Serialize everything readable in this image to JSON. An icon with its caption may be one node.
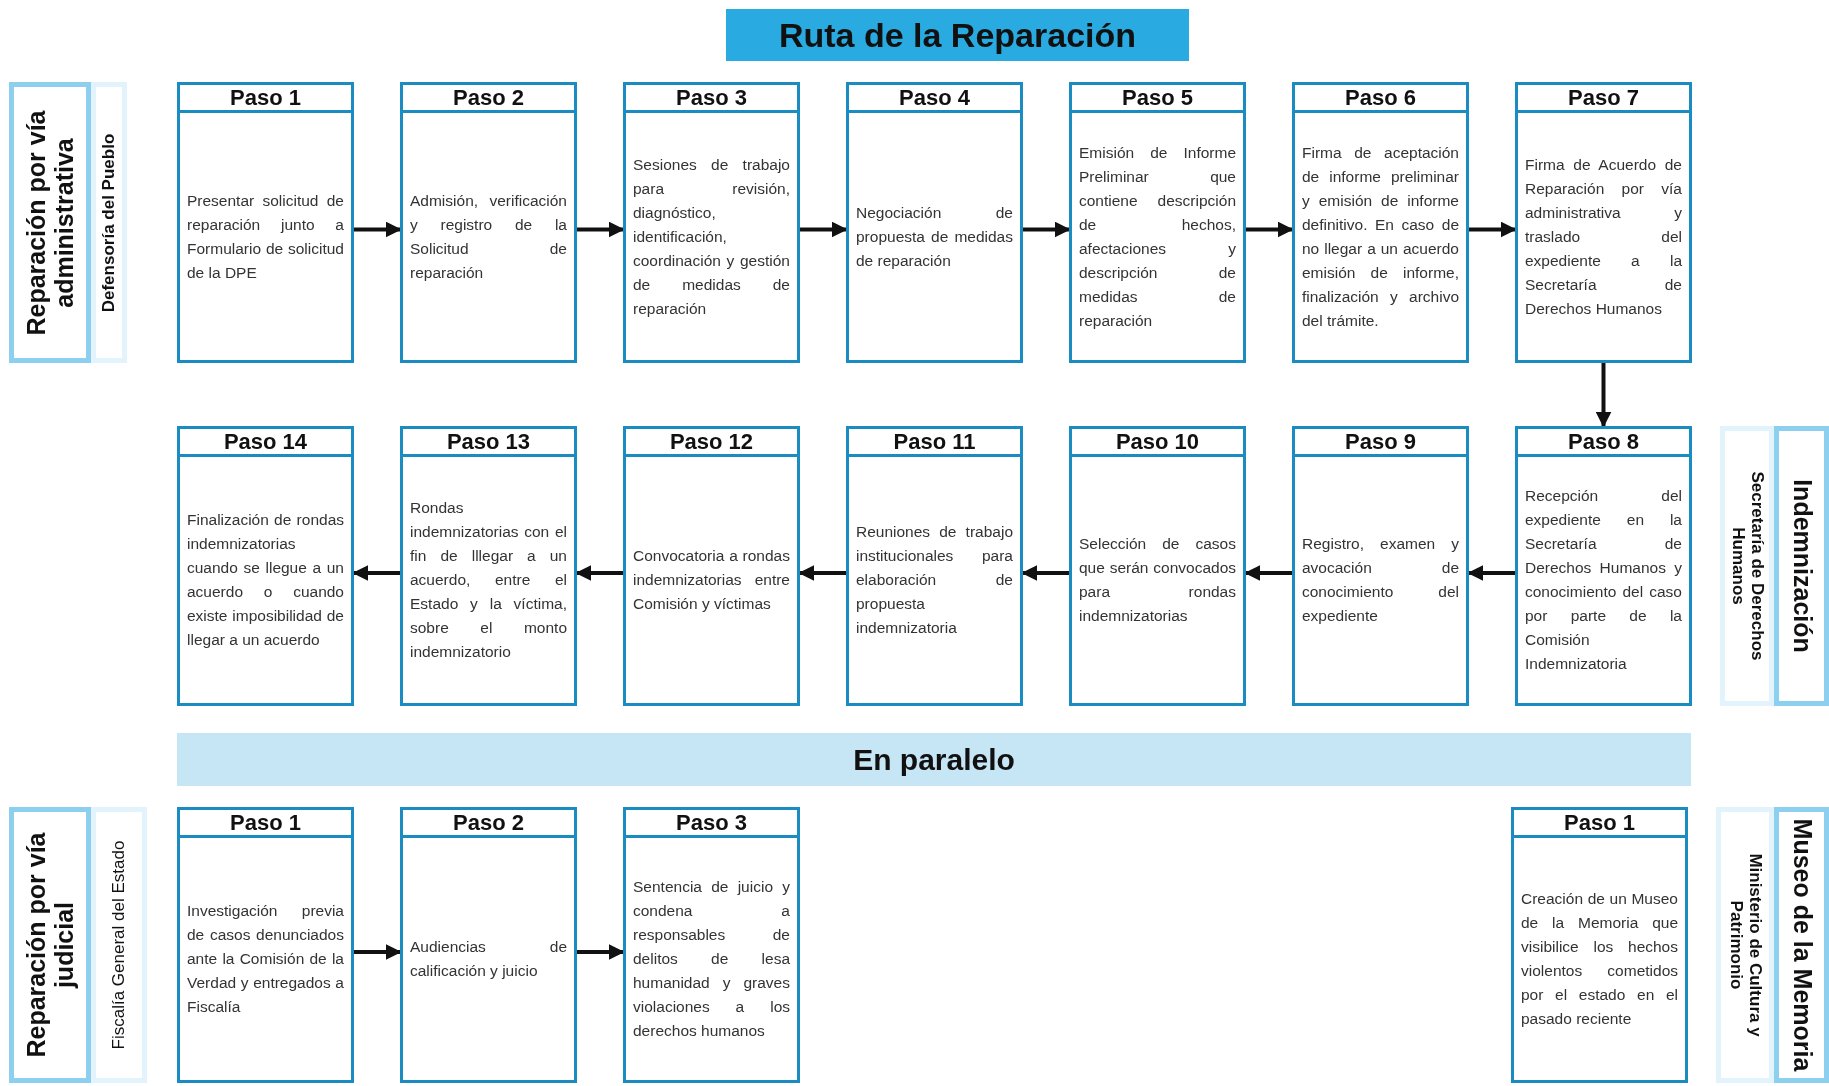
{
  "diagram": {
    "title": "Ruta de la Reparación",
    "nodes": [
      {
        "text": [
          "Reparación por vía administrativa",
          "Defensoría del Pueblo"
        ]
      },
      {
        "text": [
          "Paso 1",
          "Presentar solicitud de reparación junto a Formulario de solicitud de la DPE"
        ]
      },
      {
        "text": [
          "Paso 2",
          "Admisión, verificación y registro de la Solicitud de reparación"
        ]
      },
      {
        "text": [
          "Paso 3",
          "Sesiones de trabajo para revisión, diagnóstico, identificación, coordinación y gestión de medidas de reparación"
        ]
      },
      {
        "text": [
          "Paso 4",
          "Negociación de propuesta de medidas de reparación"
        ]
      },
      {
        "text": [
          "Paso 5",
          "Emisión de Informe Preliminar que contiene descripción de hechos, afectaciones y descripción de medidas de reparación"
        ]
      },
      {
        "text": [
          "Paso 6",
          "Firma de aceptación de informe preliminar y emisión de informe definitivo. En caso de no llegar a un acuerdo emisión de informe, finalización y archivo del trámite."
        ]
      },
      {
        "text": [
          "Paso 7",
          "Firma de Acuerdo de Reparación por vía administrativa y traslado del expediente a la Secretaría de Derechos Humanos"
        ]
      },
      {
        "text": [
          "Indemnización",
          "Secretaría de Derechos Humanos"
        ]
      },
      {
        "text": [
          "Paso 14",
          "Finalización de rondas indemnizatorias cuando se llegue a un acuerdo o cuando existe imposibilidad de llegar a un acuerdo"
        ]
      },
      {
        "text": [
          "Paso 13",
          "Rondas indemnizatorias con el fin de lllegar a un acuerdo, entre el Estado y la víctima, sobre el monto indemnizatorio"
        ]
      },
      {
        "text": [
          "Paso 12",
          "Convocatoria a rondas indemnizatorias entre Comisión y víctimas"
        ]
      },
      {
        "text": [
          "Paso 11",
          "Reuniones de trabajo institucionales para elaboración de propuesta indemnizatoria"
        ]
      },
      {
        "text": [
          "Paso 10",
          "Selección de casos que serán convocados para rondas indemnizatorias"
        ]
      },
      {
        "text": [
          "Paso 9",
          "Registro, examen y avocación de conocimiento del expediente"
        ]
      },
      {
        "text": [
          "Paso 8",
          "Recepción del expediente en la Secretaría de Derechos Humanos y conocimiento del caso por parte de la Comisión Indemnizatoria"
        ]
      },
      {
        "text": [
          "En paralelo"
        ]
      },
      {
        "text": [
          "Reparación por vía judicial",
          "Fiscalía General del Estado"
        ]
      },
      {
        "text": [
          "Paso 1",
          "Investigación previa de casos denunciados ante la Comisión de la Verdad y entregados a Fiscalía"
        ]
      },
      {
        "text": [
          "Paso 2",
          "Audiencias de calificación y juicio"
        ]
      },
      {
        "text": [
          "Paso 3",
          "Sentencia de juicio y condena a responsables de delitos de lesa humanidad y graves violaciones a los derechos humanos"
        ]
      },
      {
        "text": [
          "Paso 1",
          "Creación de un Museo de la Memoria que visibilice los hechos violentos cometidos por el estado en el pasado reciente"
        ]
      },
      {
        "text": [
          "Museo de la Memoria",
          "Ministerio de Cultura y Patrimonio"
        ]
      }
    ],
    "edges": [
      {
        "from": 1,
        "to": 2,
        "arrow": "to"
      },
      {
        "from": 2,
        "to": 3,
        "arrow": "to"
      },
      {
        "from": 3,
        "to": 4,
        "arrow": "to"
      },
      {
        "from": 4,
        "to": 5,
        "arrow": "to"
      },
      {
        "from": 5,
        "to": 6,
        "arrow": "to"
      },
      {
        "from": 6,
        "to": 7,
        "arrow": "to"
      },
      {
        "from": 7,
        "to": 15,
        "arrow": "to"
      },
      {
        "from": 15,
        "to": 14,
        "arrow": "to"
      },
      {
        "from": 14,
        "to": 13,
        "arrow": "to"
      },
      {
        "from": 13,
        "to": 12,
        "arrow": "to"
      },
      {
        "from": 12,
        "to": 11,
        "arrow": "to"
      },
      {
        "from": 11,
        "to": 10,
        "arrow": "to"
      },
      {
        "from": 10,
        "to": 9,
        "arrow": "to"
      },
      {
        "from": 18,
        "to": 19,
        "arrow": "to"
      },
      {
        "from": 19,
        "to": 20,
        "arrow": "to"
      }
    ]
  }
}
